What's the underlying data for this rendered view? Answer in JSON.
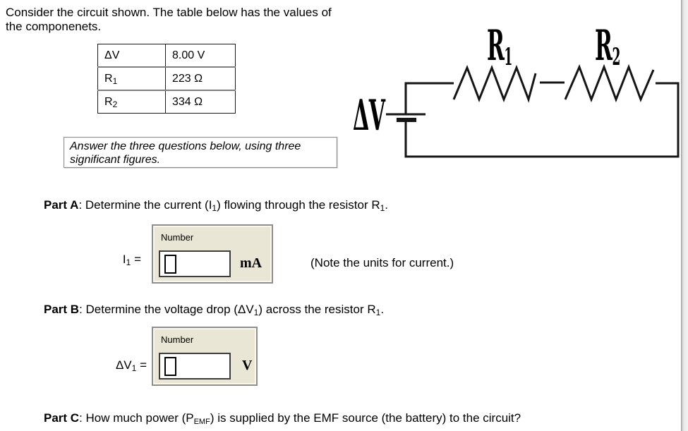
{
  "intro": {
    "text": "Consider the circuit shown. The table below has the values of the componenets."
  },
  "values_table": {
    "rows": [
      {
        "sym": "ΔV",
        "sub": "",
        "value": "8.00 V"
      },
      {
        "sym": "R",
        "sub": "1",
        "value": "223 Ω"
      },
      {
        "sym": "R",
        "sub": "2",
        "value": "334 Ω"
      }
    ]
  },
  "instruction": {
    "text": "Answer the three questions below, using three significant figures."
  },
  "circuit": {
    "labels": {
      "r1": {
        "sym": "R",
        "sub": "1"
      },
      "r2": {
        "sym": "R",
        "sub": "2"
      },
      "source": {
        "sym": "ΔV",
        "sub": ""
      }
    }
  },
  "colors": {
    "widget_bg": "#e9e6d5",
    "widget_border": "#8f8f8f",
    "wire": "#151515"
  },
  "parts": {
    "a": {
      "label": "Part A",
      "seg1": ": Determine the current (I",
      "sub1": "1",
      "seg2": ") flowing through the resistor R",
      "sub2": "1",
      "seg3": ".",
      "answer": {
        "sym": "I",
        "sub": "1",
        "eq": "="
      },
      "box_title": "Number",
      "input_value": "",
      "unit": "mA",
      "note": "(Note the units for current.)"
    },
    "b": {
      "label": "Part B",
      "seg1": ": Determine the voltage drop (ΔV",
      "sub1": "1",
      "seg2": ") across the resistor R",
      "sub2": "1",
      "seg3": ".",
      "answer": {
        "sym": "ΔV",
        "sub": "1",
        "eq": "="
      },
      "box_title": "Number",
      "input_value": "",
      "unit": "V"
    },
    "c": {
      "label": "Part C",
      "seg1": ": How much power (P",
      "sub1": "EMF",
      "seg2": ") is supplied by the EMF source (the battery) to the circuit?"
    }
  }
}
